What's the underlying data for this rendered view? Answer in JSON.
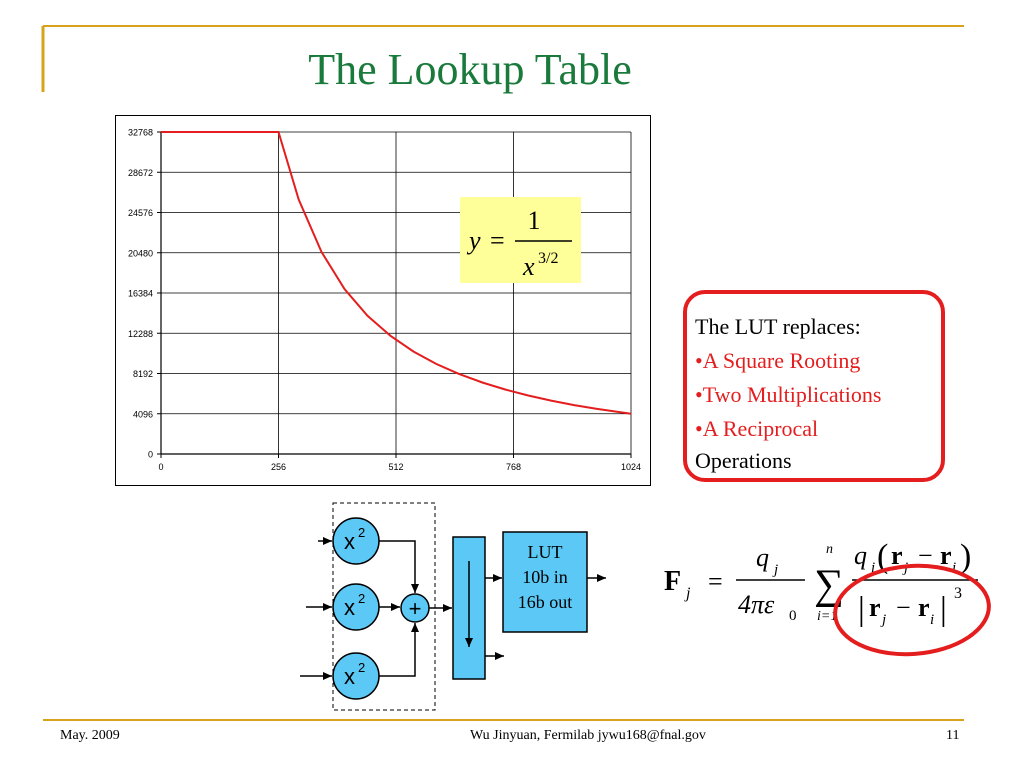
{
  "slide": {
    "title": "The Lookup Table",
    "accent_color": "#1a7a3c",
    "frame_color": "#d8a31a"
  },
  "chart_data": {
    "type": "line",
    "x_ticks": [
      0,
      256,
      512,
      768,
      1024
    ],
    "y_ticks": [
      0,
      4096,
      8192,
      12288,
      16384,
      20480,
      24576,
      28672,
      32768
    ],
    "xlim": [
      0,
      1024
    ],
    "ylim": [
      0,
      32768
    ],
    "grid": true,
    "series": [
      {
        "color": "#e41e1e",
        "x": [
          0,
          256,
          300,
          350,
          400,
          450,
          500,
          550,
          600,
          650,
          700,
          750,
          800,
          850,
          900,
          950,
          1024
        ],
        "y": [
          32768,
          32768,
          25900,
          20550,
          16780,
          14060,
          12030,
          10430,
          9160,
          8130,
          7280,
          6560,
          5950,
          5430,
          4980,
          4590,
          4096
        ]
      }
    ]
  },
  "formula_box": {
    "lhs": "y",
    "eq": "=",
    "numerator": "1",
    "base": "x",
    "exponent": "3/2",
    "bg_color": "#ffff99"
  },
  "lut_replaces": {
    "heading": "The LUT replaces:",
    "items": [
      "•A Square Rooting",
      "•Two Multiplications",
      "•A Reciprocal"
    ],
    "trailer": "Operations",
    "border_color": "#e41e1e"
  },
  "block_diagram": {
    "square_label_base": "x",
    "square_label_exp": "2",
    "adder_label": "+",
    "lut_lines": [
      "LUT",
      "10b in",
      "16b out"
    ],
    "fill_color": "#5bc8f5"
  },
  "force_equation": {
    "F": "F",
    "j": "j",
    "eq": "=",
    "q": "q",
    "four_pi_eps": "4πε",
    "zero": "0",
    "sum_top": "n",
    "sum_bottom": "i=1",
    "sigma": "∑",
    "i": "i",
    "r": "r",
    "minus": "−",
    "cube": "3",
    "lparen": "(",
    "rparen": ")",
    "bar": "|"
  },
  "footer": {
    "date": "May. 2009",
    "author": "Wu Jinyuan, Fermilab jywu168@fnal.gov",
    "page": "11"
  }
}
